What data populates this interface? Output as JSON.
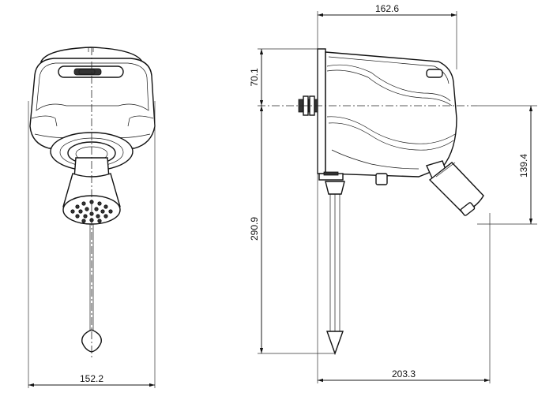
{
  "dimensions": {
    "front_width": "152.2",
    "side_top_width": "162.6",
    "side_bottom_width": "203.3",
    "upper_height": "70.1",
    "total_height": "290.9",
    "head_drop": "139.4"
  }
}
